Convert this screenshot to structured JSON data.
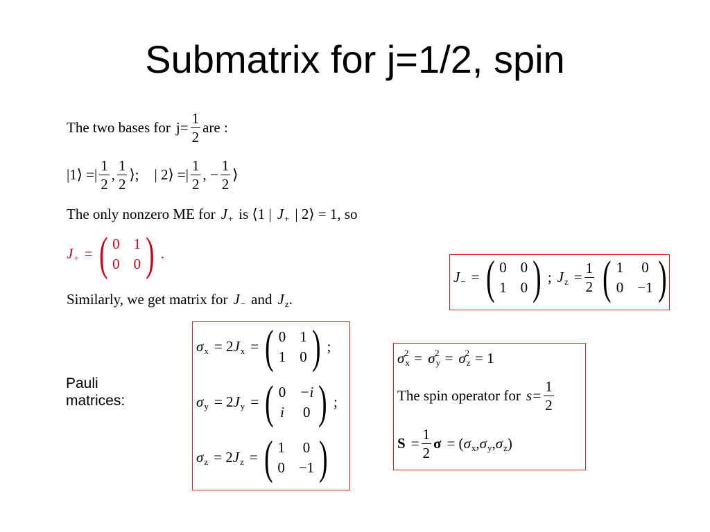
{
  "slide": {
    "title": "Submatrix for j=1/2, spin",
    "bases_text": "The two bases for",
    "j_eq": "j=",
    "are": "are :",
    "one": "1",
    "two": "2",
    "ket1": "|1⟩ =|",
    "ket2": "| 2⟩ =|",
    "semicolon_ket": "⟩;",
    "ket_end": "⟩",
    "comma": ",",
    "comma_minus": ", −",
    "nonzero_text": "The only nonzero ME for",
    "J": "J",
    "plus": "+",
    "minus": "−",
    "is_text": "is ⟨1 |",
    "me_end": "| 2⟩ = 1, so",
    "eq": "=",
    "period": ".",
    "similarly_text": "Similarly, we get matrix for",
    "and_text": "and",
    "z": "z",
    "x": "x",
    "y": "y",
    "two_J": "= 2",
    "semi": ";",
    "pauli_line1": "Pauli",
    "pauli_line2": "matrices:",
    "sigma": "σ",
    "sq": "2",
    "eq_one": "= 1",
    "spin_op_text": "The spin operator for",
    "s_eq": "s=",
    "S_bold": "S",
    "sigma_bold": "σ",
    "tuple_open": "= (",
    "tuple_close": ")",
    "m0": "0",
    "m1": "1",
    "m_neg1": "−1",
    "m_i": "i",
    "m_neg_i": "−i"
  },
  "colors": {
    "accent_red": "#d4001a",
    "box_border": "#e02020"
  }
}
